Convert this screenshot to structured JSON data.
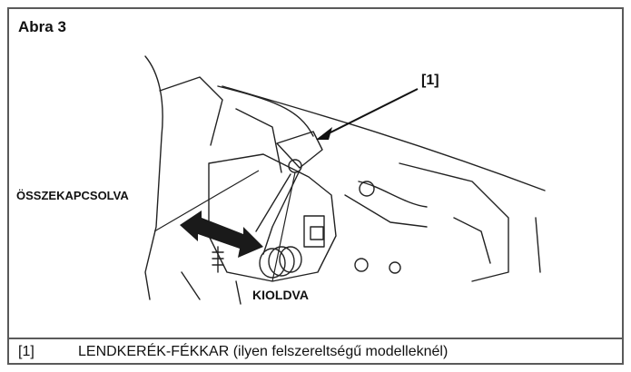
{
  "figure": {
    "title": "Abra 3"
  },
  "labels": {
    "callout": "[1]",
    "engaged": "ÖSSZEKAPCSOLVA",
    "released": "KIOLDVA"
  },
  "caption": {
    "number": "[1]",
    "text": "LENDKERÉK-FÉKKAR (ilyen felszereltségű modelleknél)"
  },
  "colors": {
    "border": "#5a5a5a",
    "line": "#222222",
    "arrow": "#1a1a1a"
  }
}
